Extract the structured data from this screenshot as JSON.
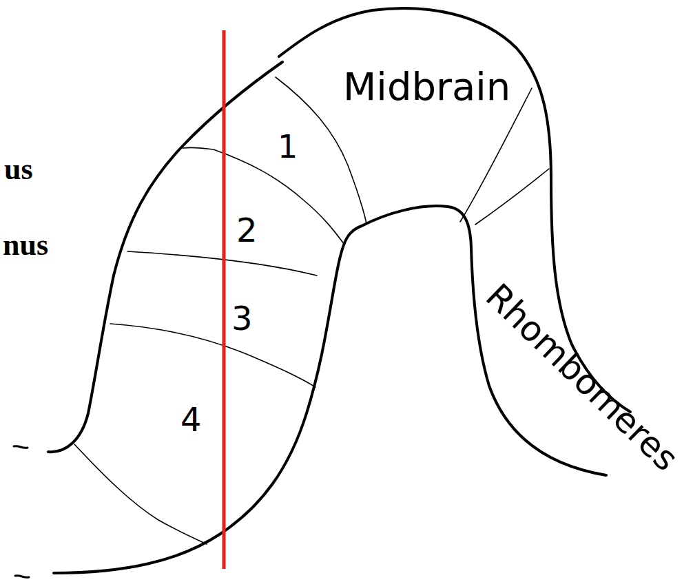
{
  "diagram": {
    "labels": [
      "us",
      "nus",
      "Midbrain",
      "1",
      "2",
      "3",
      "4",
      "Rhombomeres"
    ]
  }
}
